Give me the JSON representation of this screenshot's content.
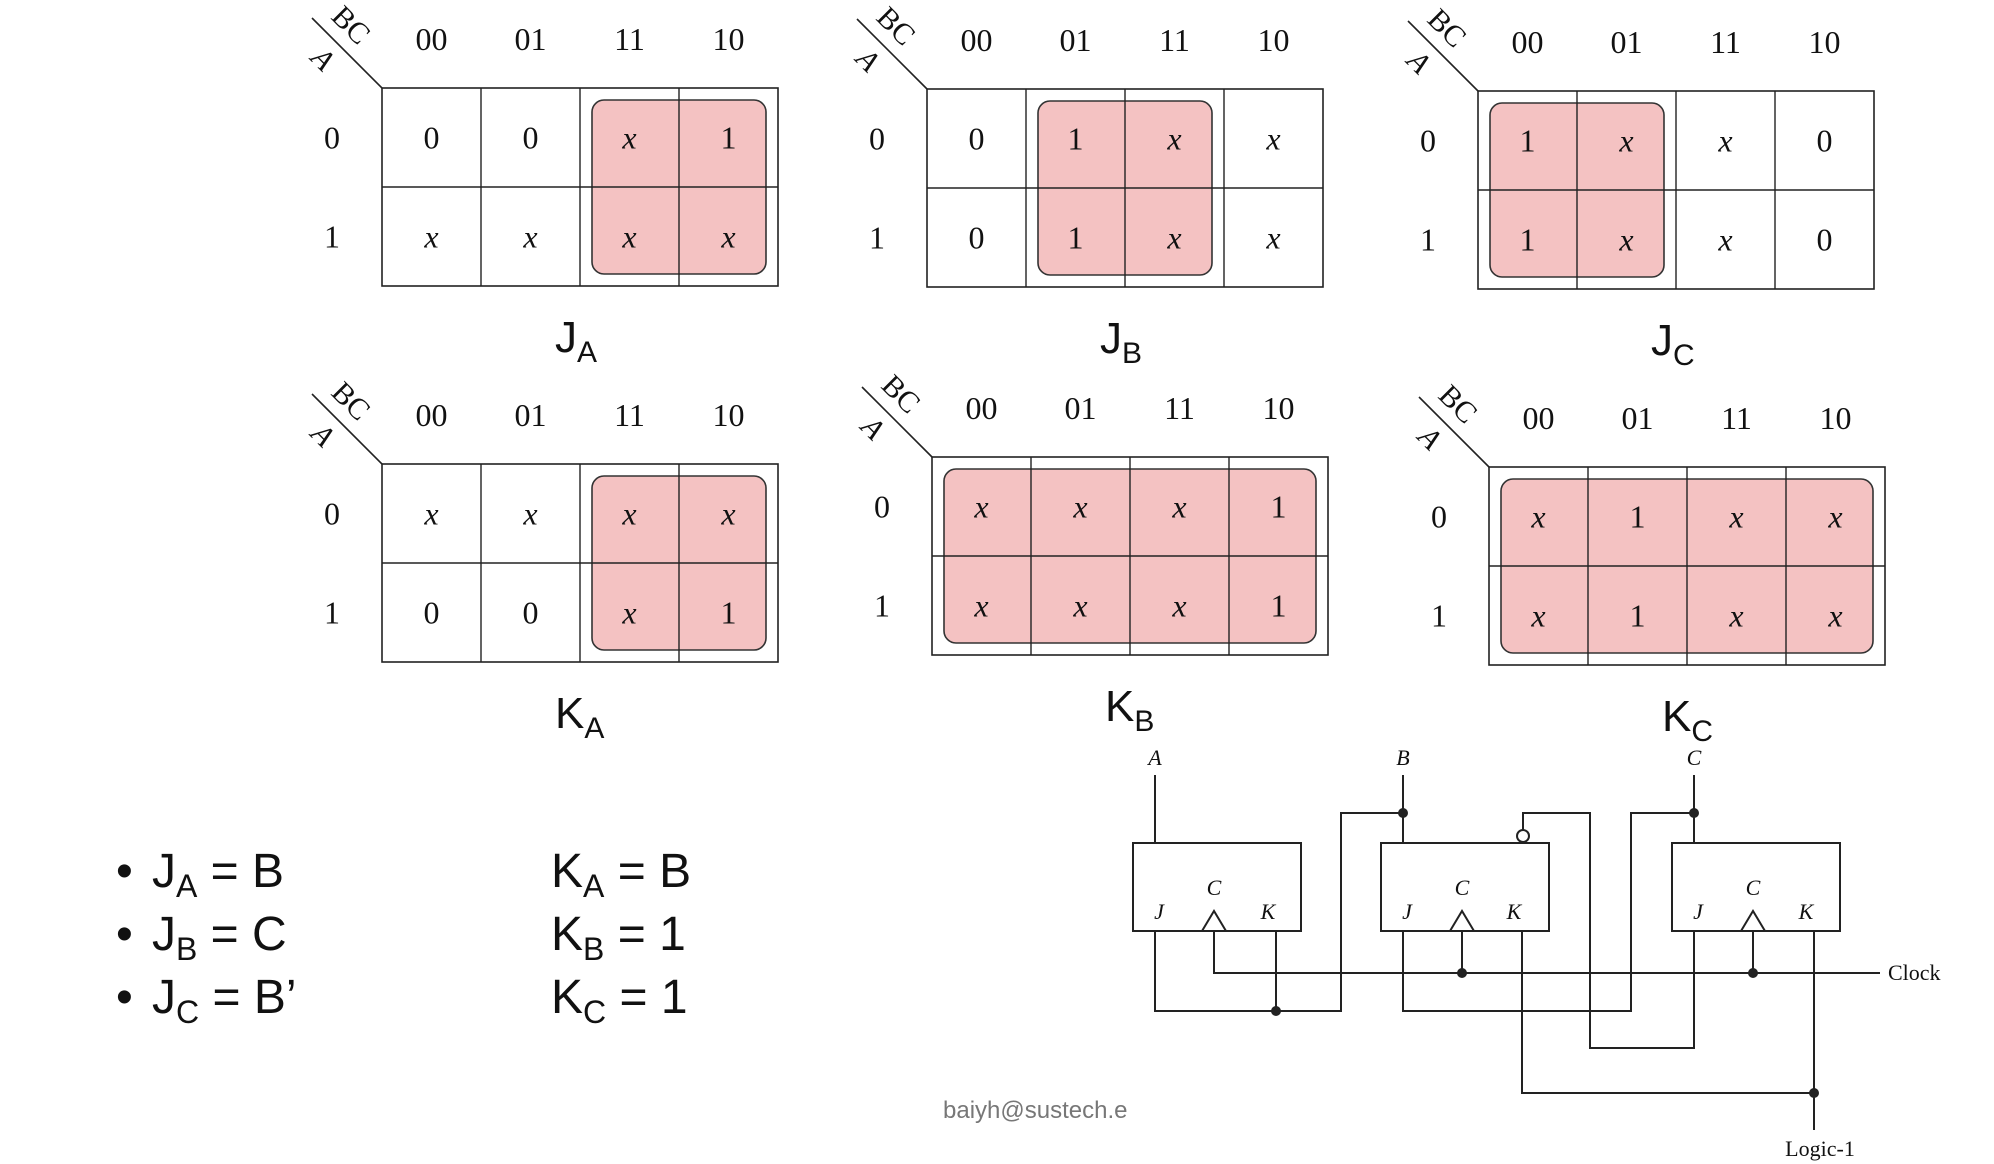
{
  "kmaps": [
    {
      "id": "JA",
      "title_main": "J",
      "title_sub": "A",
      "row_var": "A",
      "col_var": "BC",
      "col_headers": [
        "00",
        "01",
        "11",
        "10"
      ],
      "row_headers": [
        "0",
        "1"
      ],
      "cells": [
        [
          "0",
          "0",
          "x",
          "1"
        ],
        [
          "x",
          "x",
          "x",
          "x"
        ]
      ],
      "group": {
        "row_start": 0,
        "row_end": 1,
        "col_start": 2,
        "col_end": 3
      }
    },
    {
      "id": "JB",
      "title_main": "J",
      "title_sub": "B",
      "row_var": "A",
      "col_var": "BC",
      "col_headers": [
        "00",
        "01",
        "11",
        "10"
      ],
      "row_headers": [
        "0",
        "1"
      ],
      "cells": [
        [
          "0",
          "1",
          "x",
          "x"
        ],
        [
          "0",
          "1",
          "x",
          "x"
        ]
      ],
      "group": {
        "row_start": 0,
        "row_end": 1,
        "col_start": 1,
        "col_end": 2
      }
    },
    {
      "id": "JC",
      "title_main": "J",
      "title_sub": "C",
      "row_var": "A",
      "col_var": "BC",
      "col_headers": [
        "00",
        "01",
        "11",
        "10"
      ],
      "row_headers": [
        "0",
        "1"
      ],
      "cells": [
        [
          "1",
          "x",
          "x",
          "0"
        ],
        [
          "1",
          "x",
          "x",
          "0"
        ]
      ],
      "group": {
        "row_start": 0,
        "row_end": 1,
        "col_start": 0,
        "col_end": 1
      }
    },
    {
      "id": "KA",
      "title_main": "K",
      "title_sub": "A",
      "row_var": "A",
      "col_var": "BC",
      "col_headers": [
        "00",
        "01",
        "11",
        "10"
      ],
      "row_headers": [
        "0",
        "1"
      ],
      "cells": [
        [
          "x",
          "x",
          "x",
          "x"
        ],
        [
          "0",
          "0",
          "x",
          "1"
        ]
      ],
      "group": {
        "row_start": 0,
        "row_end": 1,
        "col_start": 2,
        "col_end": 3
      }
    },
    {
      "id": "KB",
      "title_main": "K",
      "title_sub": "B",
      "row_var": "A",
      "col_var": "BC",
      "col_headers": [
        "00",
        "01",
        "11",
        "10"
      ],
      "row_headers": [
        "0",
        "1"
      ],
      "cells": [
        [
          "x",
          "x",
          "x",
          "1"
        ],
        [
          "x",
          "x",
          "x",
          "1"
        ]
      ],
      "group": {
        "row_start": 0,
        "row_end": 1,
        "col_start": 0,
        "col_end": 3
      }
    },
    {
      "id": "KC",
      "title_main": "K",
      "title_sub": "C",
      "row_var": "A",
      "col_var": "BC",
      "col_headers": [
        "00",
        "01",
        "11",
        "10"
      ],
      "row_headers": [
        "0",
        "1"
      ],
      "cells": [
        [
          "x",
          "1",
          "x",
          "x"
        ],
        [
          "x",
          "1",
          "x",
          "x"
        ]
      ],
      "group": {
        "row_start": 0,
        "row_end": 1,
        "col_start": 0,
        "col_end": 3
      }
    }
  ],
  "equations": [
    {
      "bullet": "•",
      "j_main": "J",
      "j_sub": "A",
      "j_rhs": " = B",
      "k_main": "K",
      "k_sub": "A",
      "k_rhs": " = B"
    },
    {
      "bullet": "•",
      "j_main": "J",
      "j_sub": "B",
      "j_rhs": " = C",
      "k_main": "K",
      "k_sub": "B",
      "k_rhs": " = 1"
    },
    {
      "bullet": "•",
      "j_main": "J",
      "j_sub": "C",
      "j_rhs": " = B’",
      "k_main": "K",
      "k_sub": "C",
      "k_rhs": " = 1"
    }
  ],
  "circuit": {
    "outputs": [
      "A",
      "B",
      "C"
    ],
    "ff_pin_j": "J",
    "ff_pin_c": "C",
    "ff_pin_k": "K",
    "clock_label": "Clock",
    "logic1_label": "Logic-1"
  },
  "footer": "baiyh@sustech.e",
  "colors": {
    "group_fill": "#f4c2c2",
    "line": "#222222",
    "footer_text": "#777777"
  }
}
